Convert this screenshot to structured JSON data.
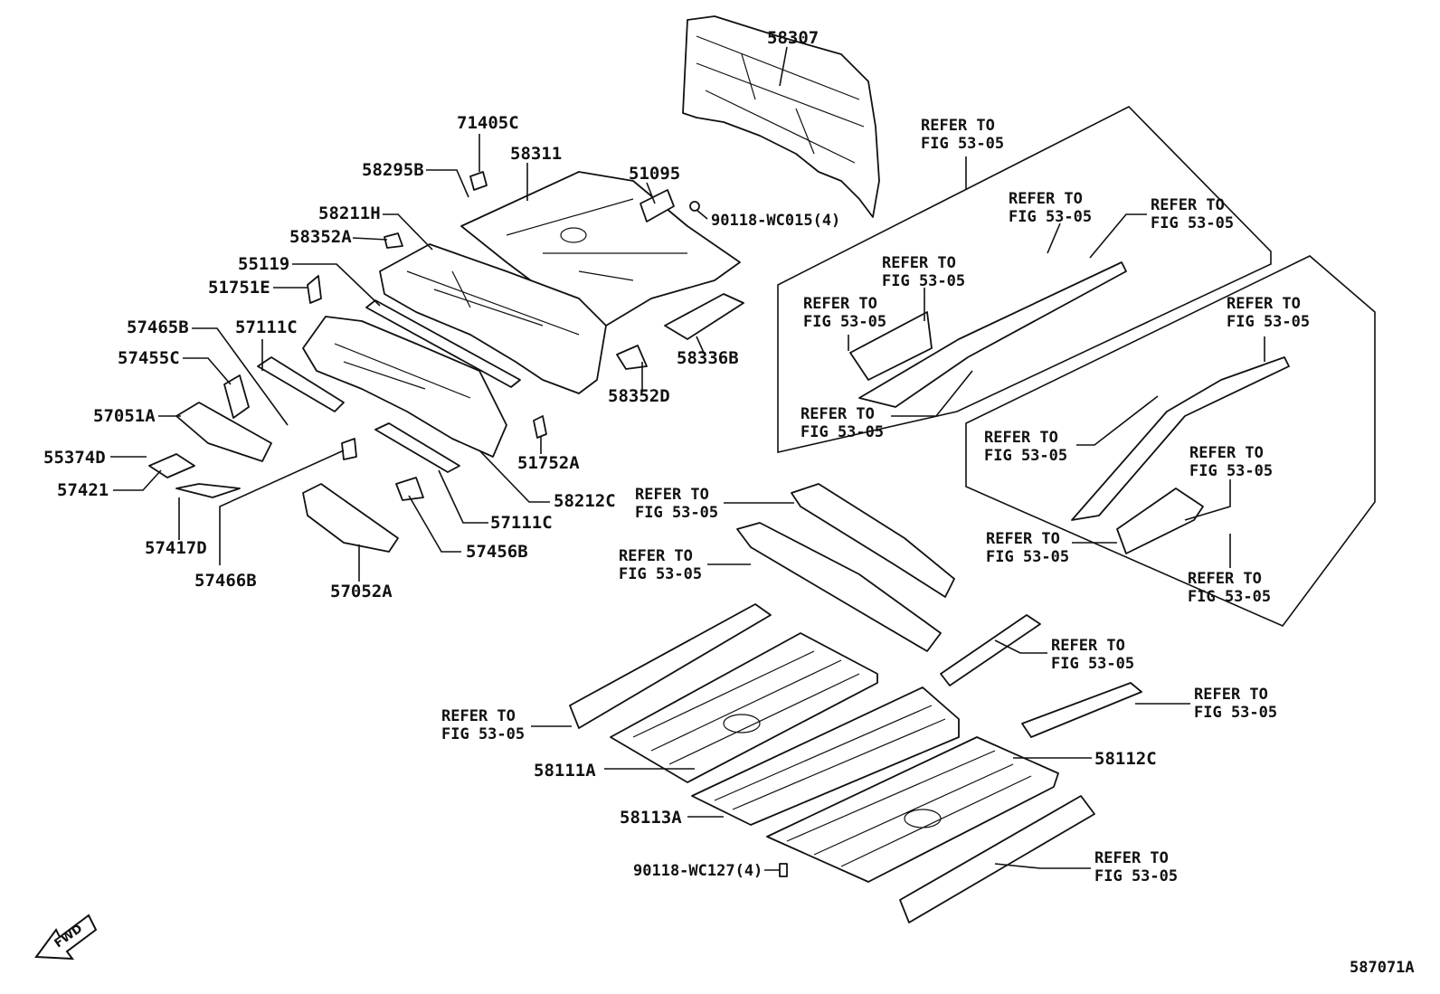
{
  "diagram": {
    "drawing_number": "587071A",
    "fwd_label": "FWD",
    "refer_line1": "REFER TO",
    "refer_line2": "FIG 53-05",
    "parts": [
      "58307",
      "71405C",
      "58311",
      "51095",
      "58295B",
      "90118-WC015(4)",
      "58211H",
      "58352A",
      "55119",
      "51751E",
      "57465B",
      "57111C",
      "57455C",
      "57051A",
      "55374D",
      "57421",
      "57417D",
      "57466B",
      "57052A",
      "57456B",
      "57111C",
      "58212C",
      "51752A",
      "58352D",
      "58336B",
      "58111A",
      "58113A",
      "90118-WC127(4)",
      "58112C"
    ]
  }
}
